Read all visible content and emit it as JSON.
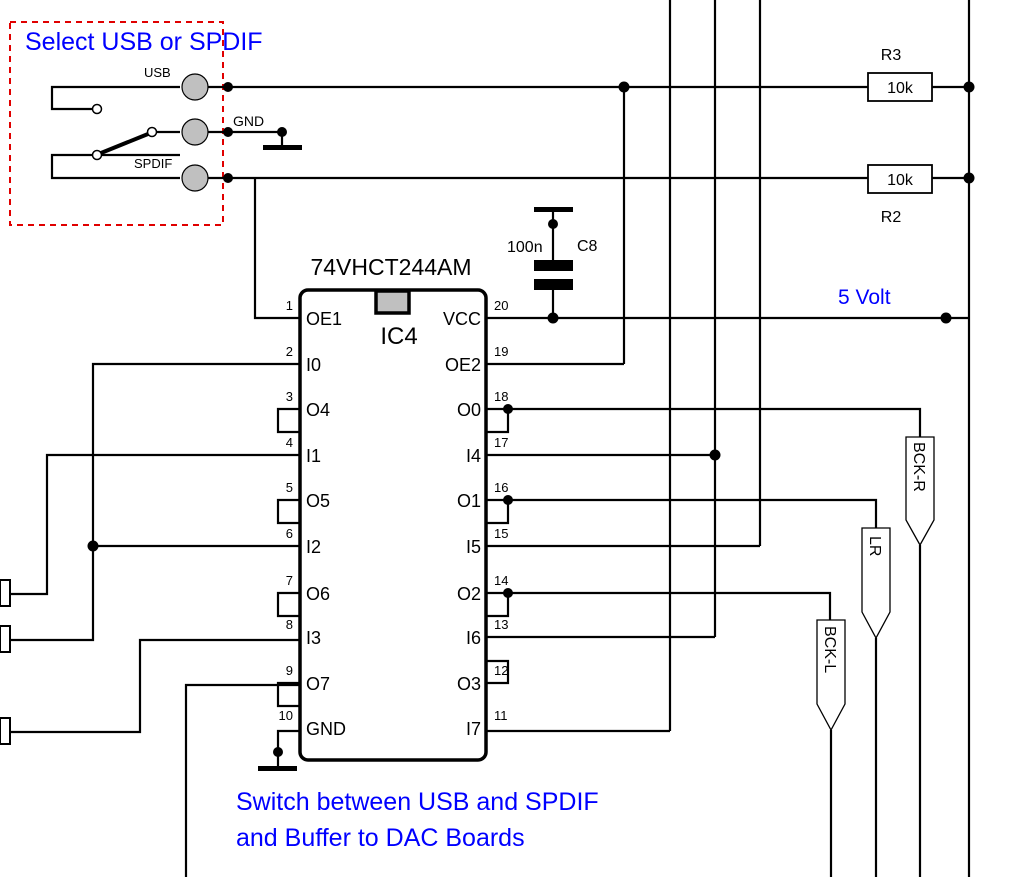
{
  "colors": {
    "wire": "#000000",
    "annotation": "#0000ff",
    "selector_box": "#e00000",
    "jack_fill": "#c0c0c0"
  },
  "selector": {
    "title": "Select USB or SPDIF",
    "usb_label": "USB",
    "gnd_label": "GND",
    "spdif_label": "SPDIF"
  },
  "resistors": [
    {
      "ref": "R3",
      "value": "10k"
    },
    {
      "ref": "R2",
      "value": "10k"
    }
  ],
  "capacitor": {
    "ref": "C8",
    "value": "100n"
  },
  "supply_label": "5 Volt",
  "ic": {
    "part": "74VHCT244AM",
    "ref": "IC4",
    "left_pins": [
      {
        "num": "1",
        "name": "OE1"
      },
      {
        "num": "2",
        "name": "I0"
      },
      {
        "num": "3",
        "name": "O4"
      },
      {
        "num": "4",
        "name": "I1"
      },
      {
        "num": "5",
        "name": "O5"
      },
      {
        "num": "6",
        "name": "I2"
      },
      {
        "num": "7",
        "name": "O6"
      },
      {
        "num": "8",
        "name": "I3"
      },
      {
        "num": "9",
        "name": "O7"
      },
      {
        "num": "10",
        "name": "GND"
      }
    ],
    "right_pins": [
      {
        "num": "20",
        "name": "VCC"
      },
      {
        "num": "19",
        "name": "OE2"
      },
      {
        "num": "18",
        "name": "O0"
      },
      {
        "num": "17",
        "name": "I4"
      },
      {
        "num": "16",
        "name": "O1"
      },
      {
        "num": "15",
        "name": "I5"
      },
      {
        "num": "14",
        "name": "O2"
      },
      {
        "num": "13",
        "name": "I6"
      },
      {
        "num": "12",
        "name": "O3"
      },
      {
        "num": "11",
        "name": "I7"
      }
    ]
  },
  "net_labels": [
    "BCK-R",
    "LR",
    "BCK-L"
  ],
  "caption": {
    "line1": "Switch between USB and SPDIF",
    "line2": "and Buffer to DAC Boards"
  }
}
